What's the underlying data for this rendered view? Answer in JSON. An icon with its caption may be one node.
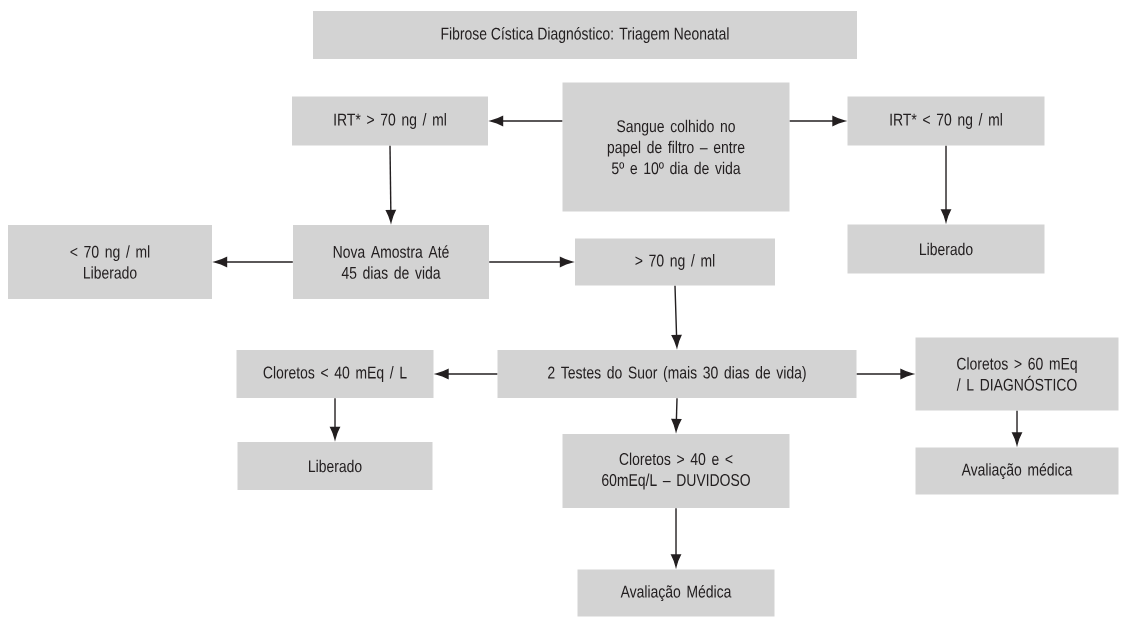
{
  "diagram": {
    "title": "Fibrose Cística Diagnóstico: Triagem Neonatal",
    "nodes": [
      {
        "text": [
          "Sangue colhido no papel de filtro – entre 5º e 10º dia de vida"
        ]
      },
      {
        "text": [
          "IRT* > 70 ng / ml"
        ]
      },
      {
        "text": [
          "IRT* < 70 ng / ml"
        ]
      },
      {
        "text": [
          "Liberado"
        ]
      },
      {
        "text": [
          "Nova Amostra Até 45 dias de vida"
        ]
      },
      {
        "text": [
          "< 70 ng / ml Liberado"
        ]
      },
      {
        "text": [
          "> 70 ng / ml"
        ]
      },
      {
        "text": [
          "2 Testes do Suor (mais 30 dias de vida)"
        ]
      },
      {
        "text": [
          "Cloretos < 40 mEq / L"
        ]
      },
      {
        "text": [
          "Cloretos > 60 mEq / L DIAGNÓSTICO"
        ]
      },
      {
        "text": [
          "Liberado"
        ]
      },
      {
        "text": [
          "Cloretos > 40 e < 60mEq/L – DUVIDOSO"
        ]
      },
      {
        "text": [
          "Avaliação médica"
        ]
      },
      {
        "text": [
          "Avaliação Médica"
        ]
      }
    ],
    "edges": [
      {
        "from": 0,
        "to": 1,
        "arrow": "to"
      },
      {
        "from": 0,
        "to": 2,
        "arrow": "to"
      },
      {
        "from": 1,
        "to": 4,
        "arrow": "to"
      },
      {
        "from": 2,
        "to": 3,
        "arrow": "to"
      },
      {
        "from": 4,
        "to": 5,
        "arrow": "to"
      },
      {
        "from": 4,
        "to": 6,
        "arrow": "to"
      },
      {
        "from": 6,
        "to": 7,
        "arrow": "to"
      },
      {
        "from": 7,
        "to": 8,
        "arrow": "to"
      },
      {
        "from": 7,
        "to": 9,
        "arrow": "to"
      },
      {
        "from": 7,
        "to": 11,
        "arrow": "to"
      },
      {
        "from": 8,
        "to": 10,
        "arrow": "to"
      },
      {
        "from": 9,
        "to": 12,
        "arrow": "to"
      },
      {
        "from": 11,
        "to": 13,
        "arrow": "to"
      }
    ]
  }
}
